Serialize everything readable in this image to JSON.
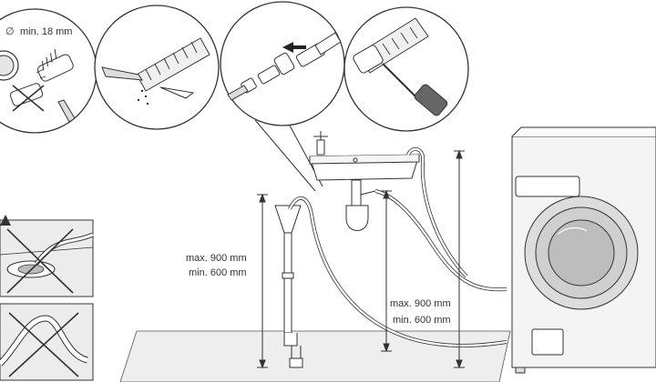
{
  "labels": {
    "hose_diameter": "min. 18 mm",
    "diameter_symbol": "∅",
    "standpipe_max": "max. 900 mm",
    "standpipe_min": "min. 600 mm",
    "sink_max": "max. 900 mm",
    "sink_min": "min. 600 mm"
  },
  "colors": {
    "line": "#333333",
    "floor": "#eeeeee",
    "panel": "#ececec",
    "machine": "#f4f4f4",
    "door": "#cfcfcf",
    "arrow": "#222222"
  }
}
